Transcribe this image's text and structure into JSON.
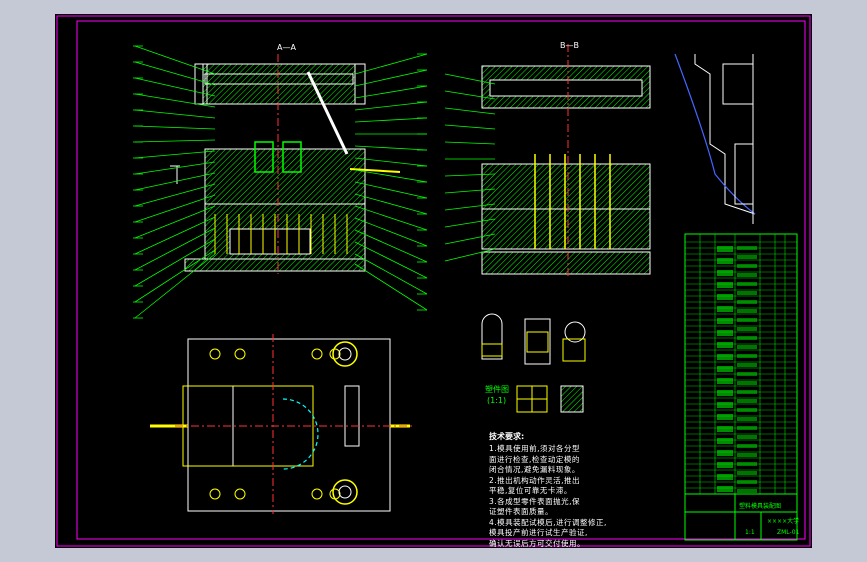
{
  "sheet": {
    "colors": {
      "background": "#000000",
      "border": "#ff00ff",
      "structure": "#ffffff",
      "hatch": "#00ff00",
      "leaders": "#00ff00",
      "highlight": "#ffff00",
      "center_lines": "#ff3333",
      "cavity": "#00ffff"
    }
  },
  "views": {
    "section_a_label": "A—A",
    "section_b_label": "B—B"
  },
  "part_label": {
    "line1": "塑件图",
    "line2": "(1:1)"
  },
  "technical_requirements": {
    "title": "技术要求:",
    "lines": [
      "1.模具使用前,须对各分型",
      "面进行检查,检查动定模的",
      "闭合情况,避免漏料现象。",
      "2.推出机构动作灵活,推出",
      "平稳,复位可靠无卡滞。",
      "3.各成型零件表面抛光,保",
      "证塑件表面质量。",
      "4.模具装配试模后,进行调整修正,",
      "模具投产前进行试生产验证,",
      "确认无误后方可交付使用。"
    ]
  },
  "title_block": {
    "title": "塑料模具装配图",
    "company": "××××大学",
    "drawing_no": "ZML-01",
    "scale": "1:1"
  }
}
